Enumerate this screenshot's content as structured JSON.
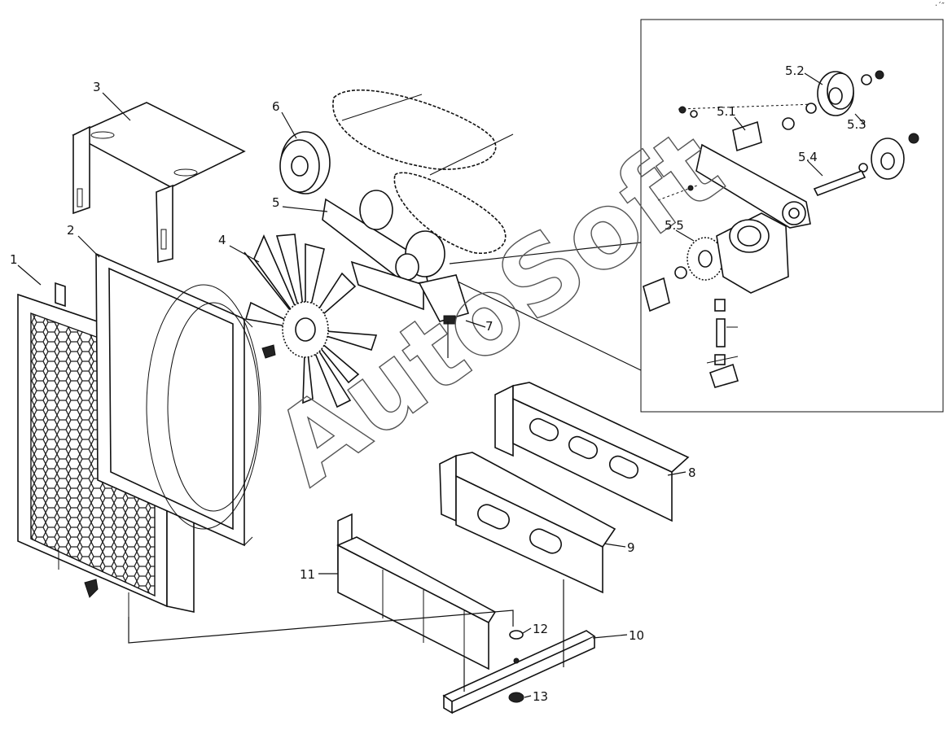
{
  "watermark": "AutoSoft",
  "corner_mark": "·´″",
  "labels": {
    "p1": "1",
    "p2": "2",
    "p3": "3",
    "p4": "4",
    "p5": "5",
    "p6": "6",
    "p7": "7",
    "p8": "8",
    "p9": "9",
    "p10": "10",
    "p11": "11",
    "p12": "12",
    "p13": "13",
    "p5_1": "5.1",
    "p5_2": "5.2",
    "p5_3": "5.3",
    "p5_4": "5.4",
    "p5_5": "5.5"
  }
}
